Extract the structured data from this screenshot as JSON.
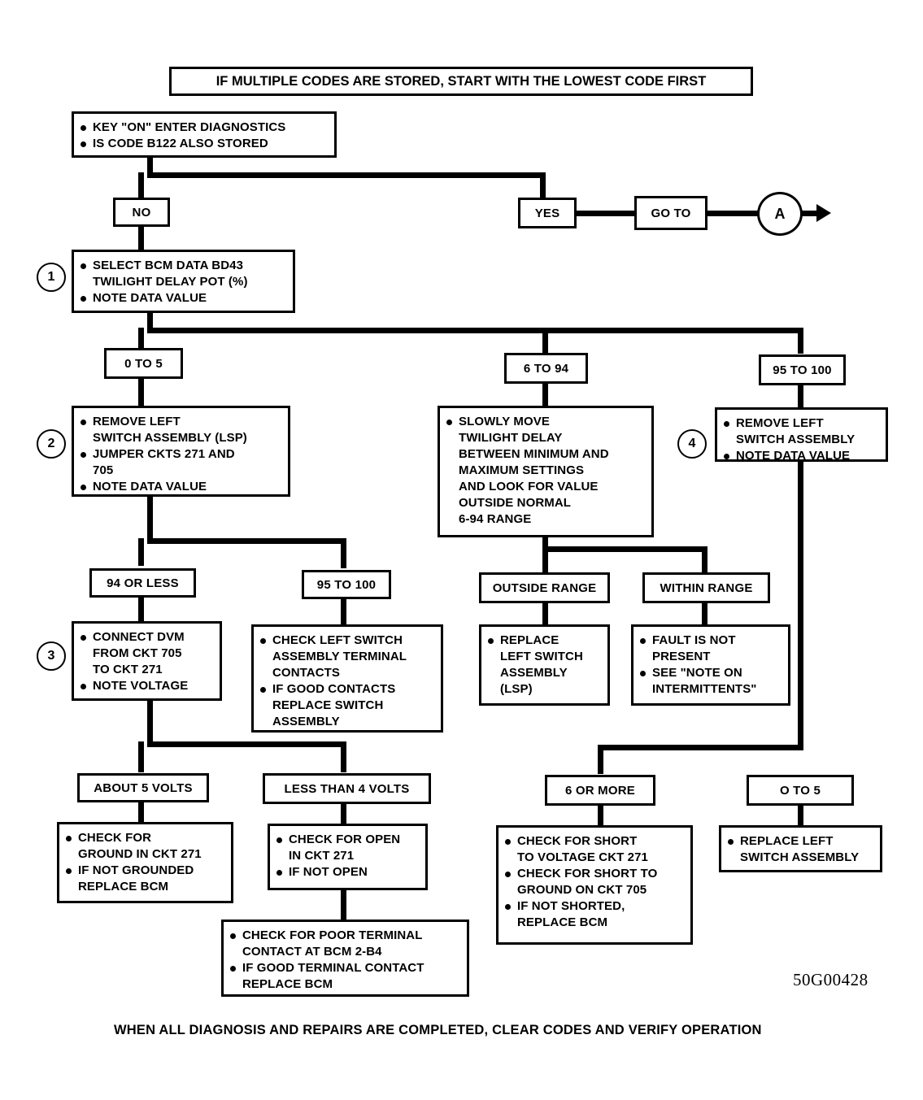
{
  "diagram": {
    "figure_code": "50G00428",
    "header_banner": "IF MULTIPLE CODES ARE STORED, START WITH THE LOWEST CODE FIRST",
    "footer_note": "WHEN ALL DIAGNOSIS AND REPAIRS ARE COMPLETED, CLEAR CODES AND VERIFY OPERATION",
    "step_numbers": {
      "s1": "1",
      "s2": "2",
      "s3": "3",
      "s4": "4"
    },
    "connector": {
      "label": "A",
      "go_to": "GO TO"
    },
    "branch_labels": {
      "no": "NO",
      "yes": "YES",
      "r_0to5": "0 TO 5",
      "r_6to94": "6 TO 94",
      "r_95to100": "95 TO 100",
      "r_94orless": "94 OR LESS",
      "r_95to100b": "95 TO 100",
      "outside_range": "OUTSIDE RANGE",
      "within_range": "WITHIN RANGE",
      "about5volts": "ABOUT 5 VOLTS",
      "lessthan4volts": "LESS THAN 4 VOLTS",
      "six_or_more": "6 OR MORE",
      "o_to_5": "O TO 5"
    },
    "boxes": {
      "start": {
        "items": [
          "KEY \"ON\" ENTER DIAGNOSTICS",
          "IS CODE B122 ALSO STORED"
        ]
      },
      "step1": {
        "items": [
          "SELECT BCM DATA BD43\nTWILIGHT DELAY POT (%)",
          "NOTE DATA VALUE"
        ]
      },
      "step2": {
        "items": [
          "REMOVE LEFT\nSWITCH ASSEMBLY (LSP)",
          "JUMPER CKTS 271 AND\n705",
          "NOTE DATA VALUE"
        ]
      },
      "slowly_move": {
        "items": [
          "SLOWLY MOVE\nTWILIGHT DELAY\nBETWEEN MINIMUM AND\nMAXIMUM SETTINGS\nAND LOOK FOR VALUE\nOUTSIDE NORMAL\n6-94 RANGE"
        ]
      },
      "step4": {
        "items": [
          "REMOVE LEFT\nSWITCH ASSEMBLY",
          "NOTE DATA VALUE"
        ]
      },
      "step3": {
        "items": [
          "CONNECT DVM\nFROM CKT 705\nTO CKT 271",
          "NOTE VOLTAGE"
        ]
      },
      "check_left_switch": {
        "items": [
          "CHECK LEFT SWITCH\nASSEMBLY TERMINAL\nCONTACTS",
          "IF GOOD CONTACTS\nREPLACE SWITCH\nASSEMBLY"
        ]
      },
      "replace_lsp": {
        "items": [
          "REPLACE\nLEFT SWITCH\nASSEMBLY\n(LSP)"
        ]
      },
      "fault_not_present": {
        "items": [
          "FAULT IS NOT\nPRESENT",
          "SEE \"NOTE ON\nINTERMITTENTS\""
        ]
      },
      "check_ground": {
        "items": [
          "CHECK FOR\nGROUND IN CKT 271",
          "IF NOT GROUNDED\nREPLACE BCM"
        ]
      },
      "check_open": {
        "items": [
          "CHECK FOR OPEN\nIN CKT 271",
          "IF NOT OPEN"
        ]
      },
      "check_short": {
        "items": [
          "CHECK FOR SHORT\nTO VOLTAGE CKT 271",
          "CHECK FOR SHORT TO\nGROUND ON CKT 705",
          "IF NOT SHORTED,\nREPLACE BCM"
        ]
      },
      "replace_left_switch": {
        "items": [
          "REPLACE LEFT\nSWITCH ASSEMBLY"
        ]
      },
      "poor_terminal": {
        "items": [
          "CHECK FOR POOR TERMINAL\nCONTACT AT BCM 2-B4",
          "IF GOOD TERMINAL CONTACT\nREPLACE BCM"
        ]
      }
    }
  }
}
